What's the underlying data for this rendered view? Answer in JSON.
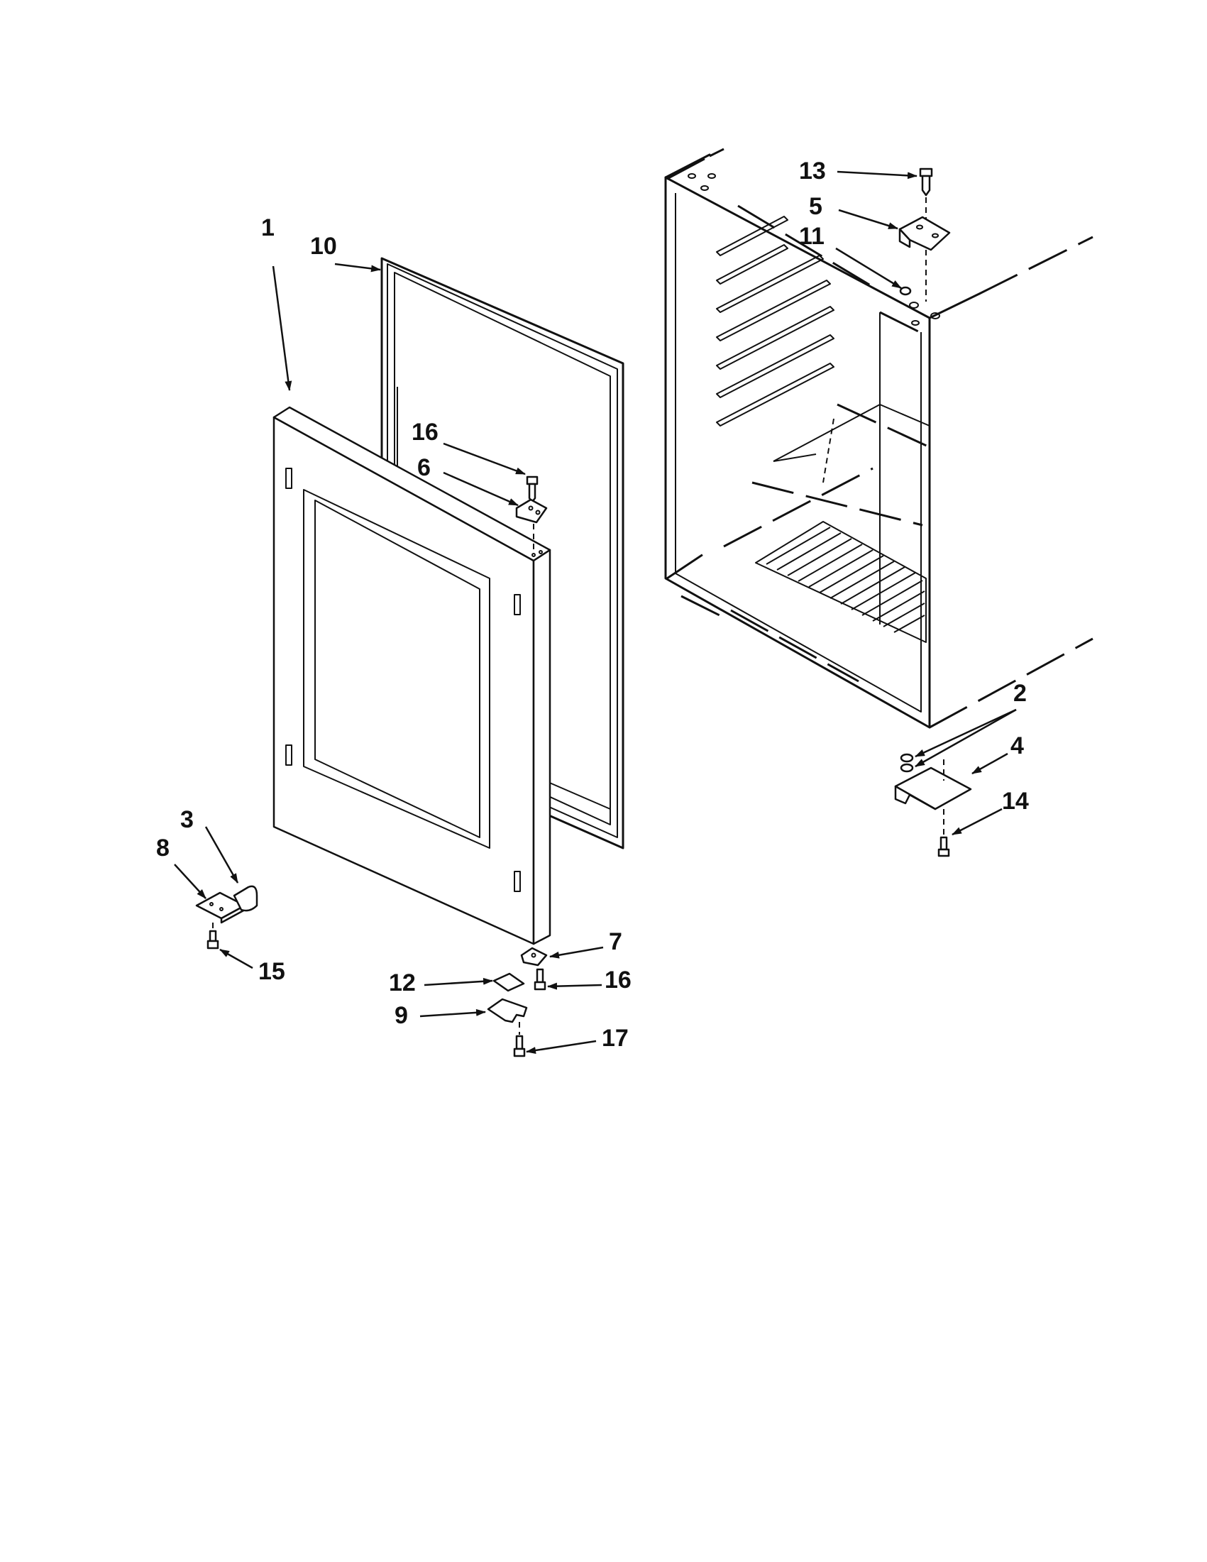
{
  "diagram": {
    "colors": {
      "line": "#111111",
      "background": "#ffffff"
    },
    "callouts": [
      {
        "id": "c1",
        "label": "1"
      },
      {
        "id": "c10",
        "label": "10"
      },
      {
        "id": "c16a",
        "label": "16"
      },
      {
        "id": "c6",
        "label": "6"
      },
      {
        "id": "c13",
        "label": "13"
      },
      {
        "id": "c5",
        "label": "5"
      },
      {
        "id": "c11",
        "label": "11"
      },
      {
        "id": "c2",
        "label": "2"
      },
      {
        "id": "c4",
        "label": "4"
      },
      {
        "id": "c14",
        "label": "14"
      },
      {
        "id": "c3",
        "label": "3"
      },
      {
        "id": "c8",
        "label": "8"
      },
      {
        "id": "c15",
        "label": "15"
      },
      {
        "id": "c7",
        "label": "7"
      },
      {
        "id": "c12",
        "label": "12"
      },
      {
        "id": "c16b",
        "label": "16"
      },
      {
        "id": "c9",
        "label": "9"
      },
      {
        "id": "c17",
        "label": "17"
      }
    ]
  }
}
